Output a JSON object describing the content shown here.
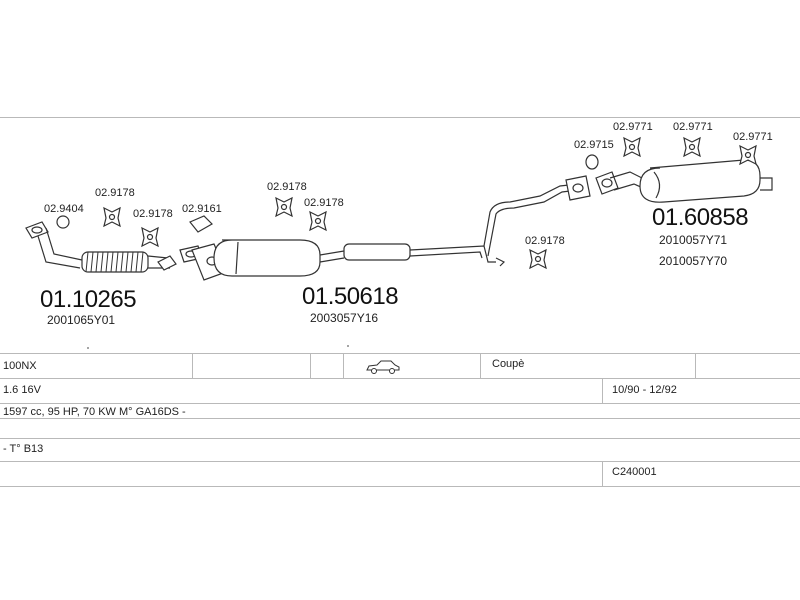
{
  "parts": {
    "front_pipe": {
      "number": "01.10265",
      "ref": "2001065Y01"
    },
    "middle_silencer": {
      "number": "01.50618",
      "ref": "2003057Y16"
    },
    "rear_silencer": {
      "number": "01.60858",
      "ref1": "2010057Y71",
      "ref2": "2010057Y70"
    }
  },
  "clamps": {
    "c1": "02.9404",
    "c2": "02.9178",
    "c3": "02.9178",
    "c4": "02.9161",
    "c5": "02.9178",
    "c6": "02.9178",
    "c7": "02.9178",
    "c8": "02.9715",
    "c9": "02.9771",
    "c10": "02.9771",
    "c11": "02.9771"
  },
  "vehicle": {
    "model": "100NX",
    "body": "Coupè",
    "engine": "1.6 16V",
    "dates": "10/90 - 12/92",
    "spec": "1597 cc, 95 HP, 70 KW M° GA16DS -",
    "type": "- T° B13",
    "code": "C240001"
  }
}
